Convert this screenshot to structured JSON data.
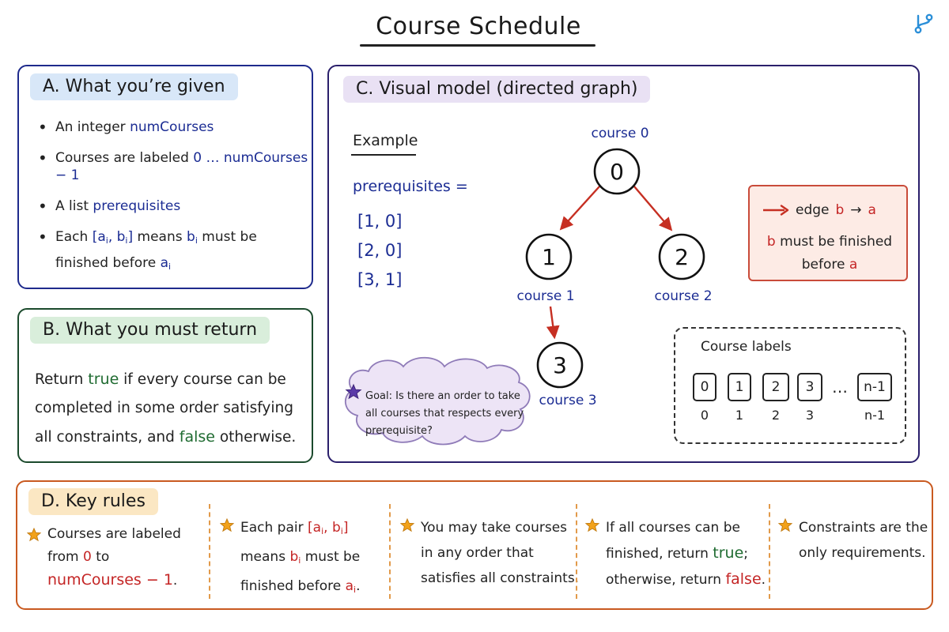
{
  "title": "Course Schedule",
  "colors": {
    "blue_text": "#1b2c93",
    "red_text": "#c42525",
    "green_text": "#1f6b31",
    "panel_a_border": "#1e2a8c",
    "panel_b_border": "#1b4a2c",
    "panel_c_border": "#2a1f6b",
    "panel_d_border": "#c95a20",
    "edge_red": "#c62f22",
    "star_orange": "#f2a21b",
    "goal_star_purple": "#5b3aa8"
  },
  "panel_a": {
    "heading": "A. What you’re given",
    "b1_text": "An integer",
    "b1_kw": "numCourses",
    "b2_text": "Courses are labeled",
    "b2_kw": "0 … numCourses − 1",
    "b3_text": "A list",
    "b3_kw": "prerequisites",
    "b4_text1": "Each",
    "b4_pair_open": "[a",
    "b4_pair_i1": "i",
    "b4_pair_mid": ", b",
    "b4_pair_i2": "i",
    "b4_pair_close": "]",
    "b4_text2": "means",
    "b4_b": "b",
    "b4_b_i": "i",
    "b4_text3": "must be",
    "b4_text4": "finished before",
    "b4_a": "a",
    "b4_a_i": "i"
  },
  "panel_b": {
    "heading": "B. What you must return",
    "t1": "Return",
    "kw_true": "true",
    "t2": "if every course can be completed in some order satisfying all constraints, and",
    "kw_false": "false",
    "t3": "otherwise."
  },
  "panel_c": {
    "heading": "C. Visual model (directed graph)",
    "example_label": "Example",
    "prereq_title": "prerequisites =",
    "prereq_pairs": [
      "[1, 0]",
      "[2, 0]",
      "[3, 1]"
    ],
    "nodes": [
      {
        "id": "0",
        "caption": "course 0"
      },
      {
        "id": "1",
        "caption": "course 1"
      },
      {
        "id": "2",
        "caption": "course 2"
      },
      {
        "id": "3",
        "caption": "course 3"
      }
    ],
    "edges": [
      [
        "0",
        "1"
      ],
      [
        "0",
        "2"
      ],
      [
        "1",
        "3"
      ]
    ],
    "legend": {
      "edge_word": "edge",
      "edge_b": "b",
      "edge_arrow": "→",
      "edge_a": "a",
      "line2_b": "b",
      "line2_text": "must be finished before",
      "line2_a": "a"
    },
    "goal": "Goal: Is there an order to take all courses that respects every prerequisite?",
    "course_labels": {
      "title": "Course labels",
      "cells": [
        "0",
        "1",
        "2",
        "3"
      ],
      "dots": "…",
      "last": "n-1",
      "subs": [
        "0",
        "1",
        "2",
        "3"
      ],
      "last_sub": "n-1"
    }
  },
  "panel_d": {
    "heading": "D. Key rules",
    "r1_a": "Courses are labeled",
    "r1_b": "from",
    "r1_zero": "0",
    "r1_c": "to",
    "r1_kw": "numCourses − 1",
    "r1_dot": ".",
    "r2_a": "Each pair",
    "r2_pair_open": "[a",
    "r2_i1": "i",
    "r2_pair_mid": ", b",
    "r2_i2": "i",
    "r2_pair_close": "]",
    "r2_b": "means",
    "r2_bb": "b",
    "r2_bb_i": "i",
    "r2_c": "must be",
    "r2_d": "finished before",
    "r2_aa": "a",
    "r2_aa_i": "i",
    "r2_dot": ".",
    "r3_a": "You may take courses",
    "r3_b": "in any order that",
    "r3_c": "satisfies all constraints.",
    "r4_a": "If all courses can be",
    "r4_b": "finished, return",
    "r4_true": "true",
    "r4_semi": ";",
    "r4_c": "otherwise, return",
    "r4_false": "false",
    "r4_dot": ".",
    "r5_a": "Constraints are the",
    "r5_b": "only requirements."
  }
}
